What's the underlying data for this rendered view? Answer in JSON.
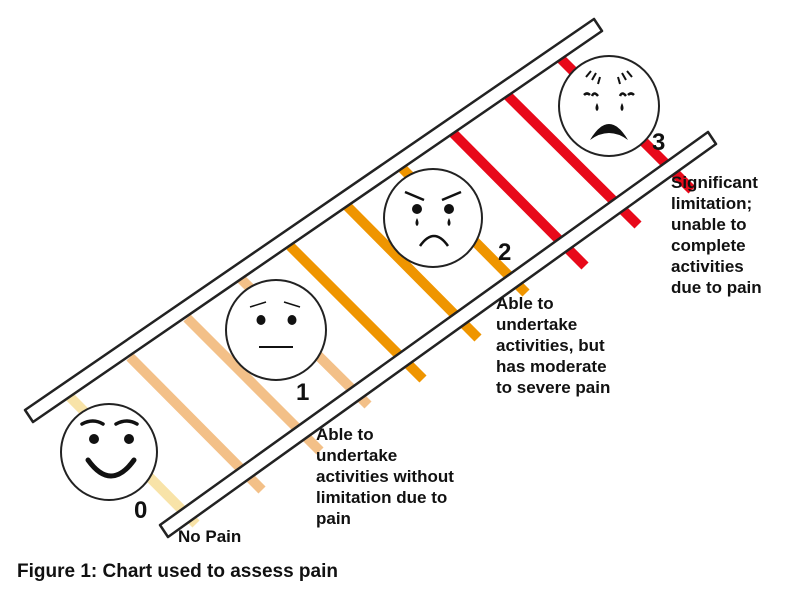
{
  "levels": [
    {
      "number": "0",
      "caption_lines": [
        "No Pain"
      ],
      "face": "happy",
      "rung_color": "#f8e3a8"
    },
    {
      "number": "1",
      "caption_lines": [
        "Able to",
        "undertake",
        "activities without",
        "limitation due to",
        "pain"
      ],
      "face": "neutral",
      "rung_color": "#f3c088"
    },
    {
      "number": "2",
      "caption_lines": [
        "Able to",
        "undertake",
        "activities, but",
        "has moderate",
        "to severe pain"
      ],
      "face": "crying-frown",
      "rung_color": "#ef9500"
    },
    {
      "number": "3",
      "caption_lines": [
        "Significant",
        "limitation;",
        "unable to",
        "complete",
        "activities",
        "due to pain"
      ],
      "face": "distressed",
      "rung_color": "#e8091a"
    }
  ],
  "caption": "Figure 1: Chart used to assess pain"
}
